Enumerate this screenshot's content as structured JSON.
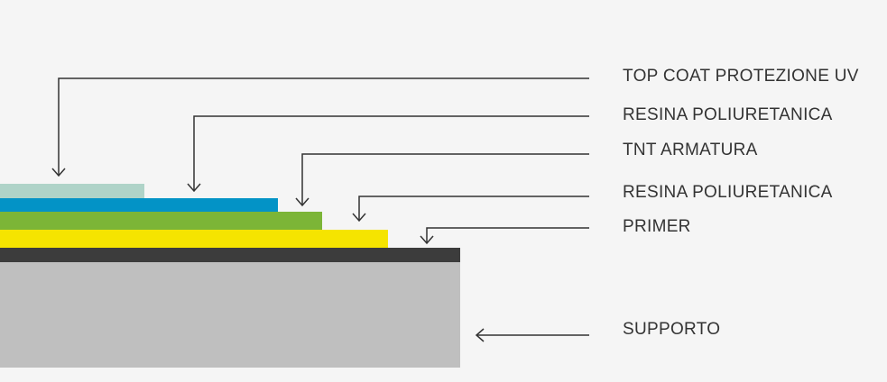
{
  "labels": {
    "top_coat": "TOP COAT PROTEZIONE UV",
    "resina_1": "RESINA POLIURETANICA",
    "tnt": "TNT ARMATURA",
    "resina_2": "RESINA POLIURETANICA",
    "primer": "PRIMER",
    "supporto": "SUPPORTO"
  },
  "colors": {
    "top_coat": "#afd3c8",
    "resina_1": "#0393c6",
    "tnt": "#7cb537",
    "resina_2": "#f5e400",
    "primer": "#3c3c3c",
    "supporto": "#bfbfbf",
    "lines": "#333333"
  }
}
